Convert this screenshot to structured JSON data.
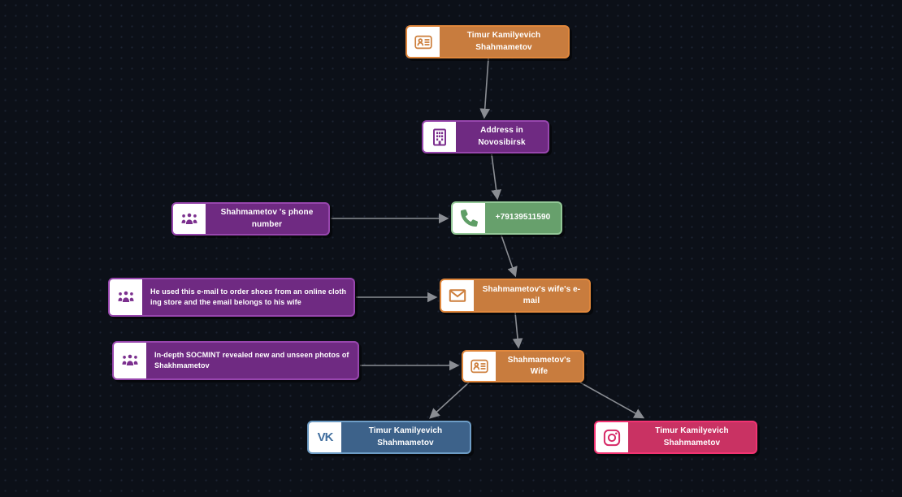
{
  "app": {
    "background_color": "#0c1018",
    "grid_dot_color": "#1c2333",
    "edge_color": "#8a8d93",
    "colors": {
      "orange_body": "#c87c3e",
      "orange_border": "#e0873c",
      "purple_body": "#6f2a82",
      "purple_border": "#9746ad",
      "green_body": "#67a06c",
      "green_border": "#93c897",
      "vk_blue_body": "#3d628a",
      "vk_blue_border": "#6d9cc5",
      "instagram_pink_body": "#c93263",
      "instagram_pink_border": "#f23372"
    }
  },
  "nodes": [
    {
      "id": "person-top",
      "icon": "id-card-icon",
      "type": "person",
      "label": "Timur Kamilyevich Shahmametov",
      "color": "orange"
    },
    {
      "id": "address",
      "icon": "building-icon",
      "type": "address",
      "label": "Address in Novosibirsk",
      "color": "purple"
    },
    {
      "id": "phone-note",
      "icon": "people-group-icon",
      "type": "note",
      "label": "Shahmametov 's phone number",
      "color": "purple"
    },
    {
      "id": "phone",
      "icon": "phone-icon",
      "type": "phone",
      "label": "+79139511590",
      "color": "green"
    },
    {
      "id": "email-note",
      "icon": "people-group-icon",
      "type": "note",
      "label": "He used this e-mail to order shoes from an online clothing store and the email belongs to his wife",
      "color": "purple"
    },
    {
      "id": "email",
      "icon": "envelope-icon",
      "type": "email",
      "label": "Shahmametov's wife's e-mail",
      "color": "orange"
    },
    {
      "id": "socmint-note",
      "icon": "people-group-icon",
      "type": "note",
      "label": "In-depth SOCMINT revealed new and unseen photos of Shakhmametov",
      "color": "purple"
    },
    {
      "id": "wife",
      "icon": "id-card-icon",
      "type": "person",
      "label": "Shahmametov's Wife",
      "color": "orange"
    },
    {
      "id": "vk",
      "icon": "vk-icon",
      "type": "social-vk",
      "label": "Timur Kamilyevich Shahmametov",
      "color": "blue"
    },
    {
      "id": "instagram",
      "icon": "instagram-icon",
      "type": "social-instagram",
      "label": "Timur Kamilyevich Shahmametov",
      "color": "pink"
    }
  ],
  "icons": {
    "vk_glyph": "VK"
  },
  "edges": [
    {
      "from": "person-top",
      "to": "address"
    },
    {
      "from": "address",
      "to": "phone"
    },
    {
      "from": "phone-note",
      "to": "phone"
    },
    {
      "from": "phone",
      "to": "email"
    },
    {
      "from": "email-note",
      "to": "email"
    },
    {
      "from": "email",
      "to": "wife"
    },
    {
      "from": "socmint-note",
      "to": "wife"
    },
    {
      "from": "wife",
      "to": "vk"
    },
    {
      "from": "wife",
      "to": "instagram"
    }
  ]
}
